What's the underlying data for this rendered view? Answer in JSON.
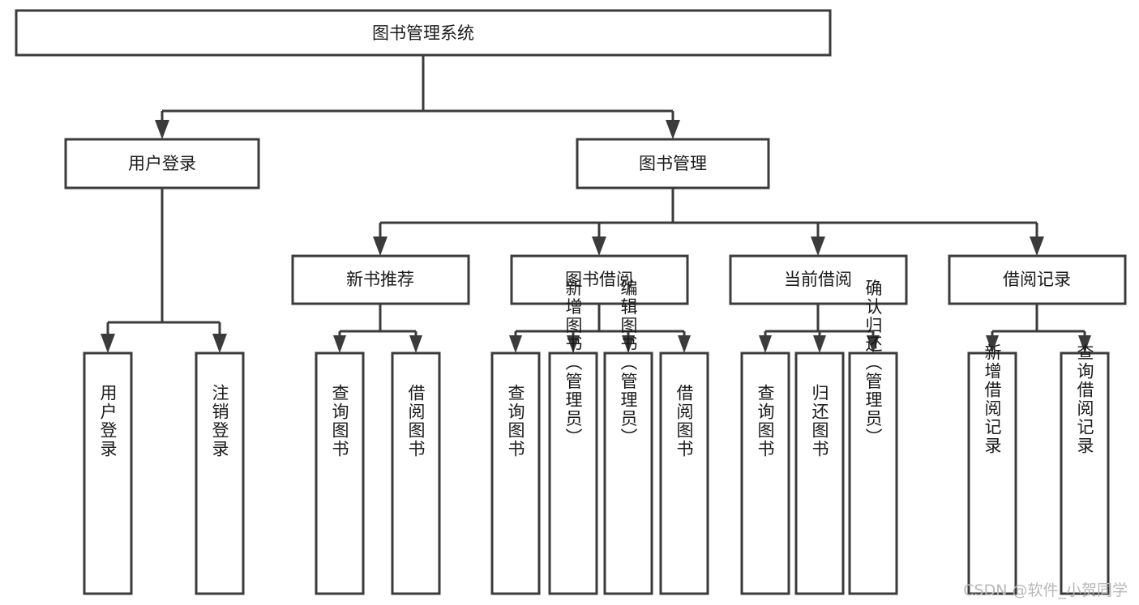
{
  "diagram": {
    "type": "tree",
    "title": "图书管理系统",
    "orientation": "top-down",
    "colors": {
      "box_stroke": "#3b3b3b",
      "box_fill": "#ffffff",
      "line": "#3b3b3b",
      "text": "#1a1a1a",
      "background": "#ffffff",
      "watermark": "#b8b8b8"
    },
    "root": {
      "id": "root",
      "label": "图书管理系统",
      "text_direction": "horizontal"
    },
    "level2": [
      {
        "id": "user-login",
        "label": "用户登录",
        "text_direction": "horizontal"
      },
      {
        "id": "book-manage",
        "label": "图书管理",
        "text_direction": "horizontal"
      }
    ],
    "level3": [
      {
        "id": "new-book-recommend",
        "label": "新书推荐",
        "text_direction": "horizontal",
        "parent": "book-manage"
      },
      {
        "id": "book-borrow",
        "label": "图书借阅",
        "text_direction": "horizontal",
        "parent": "book-manage"
      },
      {
        "id": "current-borrow",
        "label": "当前借阅",
        "text_direction": "horizontal",
        "parent": "book-manage"
      },
      {
        "id": "borrow-record",
        "label": "借阅记录",
        "text_direction": "horizontal",
        "parent": "book-manage"
      }
    ],
    "leaves": [
      {
        "id": "leaf-user-login",
        "label": "用户登录",
        "text_direction": "vertical",
        "parent": "user-login"
      },
      {
        "id": "leaf-user-logout",
        "label": "注销登录",
        "text_direction": "vertical",
        "parent": "user-login"
      },
      {
        "id": "leaf-query-book-1",
        "label": "查询图书",
        "text_direction": "vertical",
        "parent": "new-book-recommend"
      },
      {
        "id": "leaf-borrow-book-1",
        "label": "借阅图书",
        "text_direction": "vertical",
        "parent": "new-book-recommend"
      },
      {
        "id": "leaf-query-book-2",
        "label": "查询图书",
        "text_direction": "vertical",
        "parent": "book-borrow"
      },
      {
        "id": "leaf-add-book",
        "label": "新增图书（管理员）",
        "text_direction": "vertical",
        "parent": "book-borrow"
      },
      {
        "id": "leaf-edit-book",
        "label": "编辑图书（管理员）",
        "text_direction": "vertical",
        "parent": "book-borrow"
      },
      {
        "id": "leaf-borrow-book-2",
        "label": "借阅图书",
        "text_direction": "vertical",
        "parent": "book-borrow"
      },
      {
        "id": "leaf-query-book-3",
        "label": "查询图书",
        "text_direction": "vertical",
        "parent": "current-borrow"
      },
      {
        "id": "leaf-return-book",
        "label": "归还图书",
        "text_direction": "vertical",
        "parent": "current-borrow"
      },
      {
        "id": "leaf-confirm-return",
        "label": "确认归还（管理员）",
        "text_direction": "vertical",
        "parent": "current-borrow"
      },
      {
        "id": "leaf-add-record",
        "label": "新增借阅记录",
        "text_direction": "vertical",
        "parent": "borrow-record"
      },
      {
        "id": "leaf-query-record",
        "label": "查询借阅记录",
        "text_direction": "vertical",
        "parent": "borrow-record"
      }
    ]
  },
  "watermark": {
    "text": "CSDN @软件_小贺同学"
  }
}
